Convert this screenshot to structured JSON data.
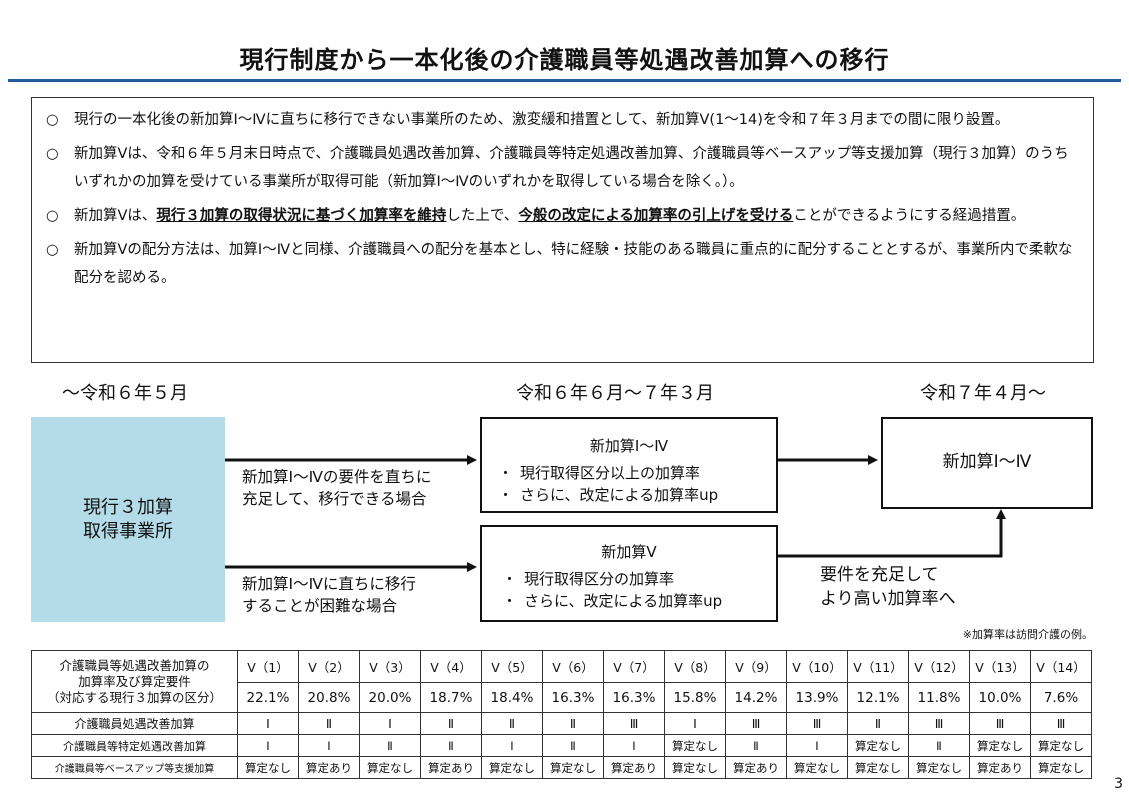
{
  "title": "現行制度から一本化後の介護職員等処遇改善加算への移行",
  "bullet_mark": "○",
  "bullets": [
    {
      "text": "現行の一本化後の新加算Ⅰ～Ⅳに直ちに移行できない事業所のため、激変緩和措置として、新加算Ⅴ(1～14)を令和７年３月までの間に限り設置。"
    },
    {
      "text": "新加算Ⅴは、令和６年５月末日時点で、介護職員処遇改善加算、介護職員等特定処遇改善加算、介護職員等ベースアップ等支援加算（現行３加算）のうちいずれかの加算を受けている事業所が取得可能（新加算Ⅰ～Ⅳのいずれかを取得している場合を除く。）。"
    },
    {
      "pre": "新加算Ⅴは、",
      "hl1": "現行３加算の取得状況に基づく加算率を維持",
      "mid": "した上で、",
      "hl2": "今般の改定による加算率の引上げを受ける",
      "post": "ことができるようにする経過措置。"
    },
    {
      "text": "新加算Ⅴの配分方法は、加算Ⅰ～Ⅳと同様、介護職員への配分を基本とし、特に経験・技能のある職員に重点的に配分することとするが、事業所内で柔軟な配分を認める。"
    }
  ],
  "periods": {
    "p1": "～令和６年５月",
    "p2": "令和６年６月～７年３月",
    "p3": "令和７年４月～"
  },
  "flow": {
    "current_line1": "現行３加算",
    "current_line2": "取得事業所",
    "upper_box": {
      "title": "新加算Ⅰ～Ⅳ",
      "items": [
        "現行取得区分以上の加算率",
        "さらに、改定による加算率up"
      ]
    },
    "lower_box": {
      "title": "新加算Ⅴ",
      "items": [
        "現行取得区分の加算率",
        "さらに、改定による加算率up"
      ]
    },
    "final_box": "新加算Ⅰ～Ⅳ",
    "upper_arrow_label": [
      "新加算Ⅰ～Ⅳの要件を直ちに",
      "充足して、移行できる場合"
    ],
    "lower_arrow_label": [
      "新加算Ⅰ～Ⅳに直ちに移行",
      "することが困難な場合"
    ],
    "right_arrow_label": [
      "要件を充足して",
      "より高い加算率へ"
    ],
    "bullet_dot": "・"
  },
  "note": "※加算率は訪問介護の例。",
  "page_number": "3",
  "table": {
    "head_lines": [
      "介護職員等処遇改善加算の",
      "加算率及び算定要件",
      "（対応する現行３加算の区分）"
    ],
    "columns": [
      "Ⅴ（1）",
      "Ⅴ（2）",
      "Ⅴ（3）",
      "Ⅴ（4）",
      "Ⅴ（5）",
      "Ⅴ（6）",
      "Ⅴ（7）",
      "Ⅴ（8）",
      "Ⅴ（9）",
      "Ⅴ（10）",
      "Ⅴ（11）",
      "Ⅴ（12）",
      "Ⅴ（13）",
      "Ⅴ（14）"
    ],
    "rates": [
      "22.1%",
      "20.8%",
      "20.0%",
      "18.7%",
      "18.4%",
      "16.3%",
      "16.3%",
      "15.8%",
      "14.2%",
      "13.9%",
      "12.1%",
      "11.8%",
      "10.0%",
      "7.6%"
    ],
    "rows": [
      {
        "label": "介護職員処遇改善加算",
        "cells": [
          "Ⅰ",
          "Ⅱ",
          "Ⅰ",
          "Ⅱ",
          "Ⅱ",
          "Ⅱ",
          "Ⅲ",
          "Ⅰ",
          "Ⅲ",
          "Ⅲ",
          "Ⅱ",
          "Ⅲ",
          "Ⅲ",
          "Ⅲ"
        ]
      },
      {
        "label": "介護職員等特定処遇改善加算",
        "cells": [
          "Ⅰ",
          "Ⅰ",
          "Ⅱ",
          "Ⅱ",
          "Ⅰ",
          "Ⅱ",
          "Ⅰ",
          "算定なし",
          "Ⅱ",
          "Ⅰ",
          "算定なし",
          "Ⅱ",
          "算定なし",
          "算定なし"
        ]
      },
      {
        "label": "介護職員等ベースアップ等支援加算",
        "cells": [
          "算定なし",
          "算定あり",
          "算定なし",
          "算定あり",
          "算定なし",
          "算定なし",
          "算定あり",
          "算定なし",
          "算定あり",
          "算定なし",
          "算定なし",
          "算定なし",
          "算定あり",
          "算定なし"
        ]
      }
    ]
  }
}
